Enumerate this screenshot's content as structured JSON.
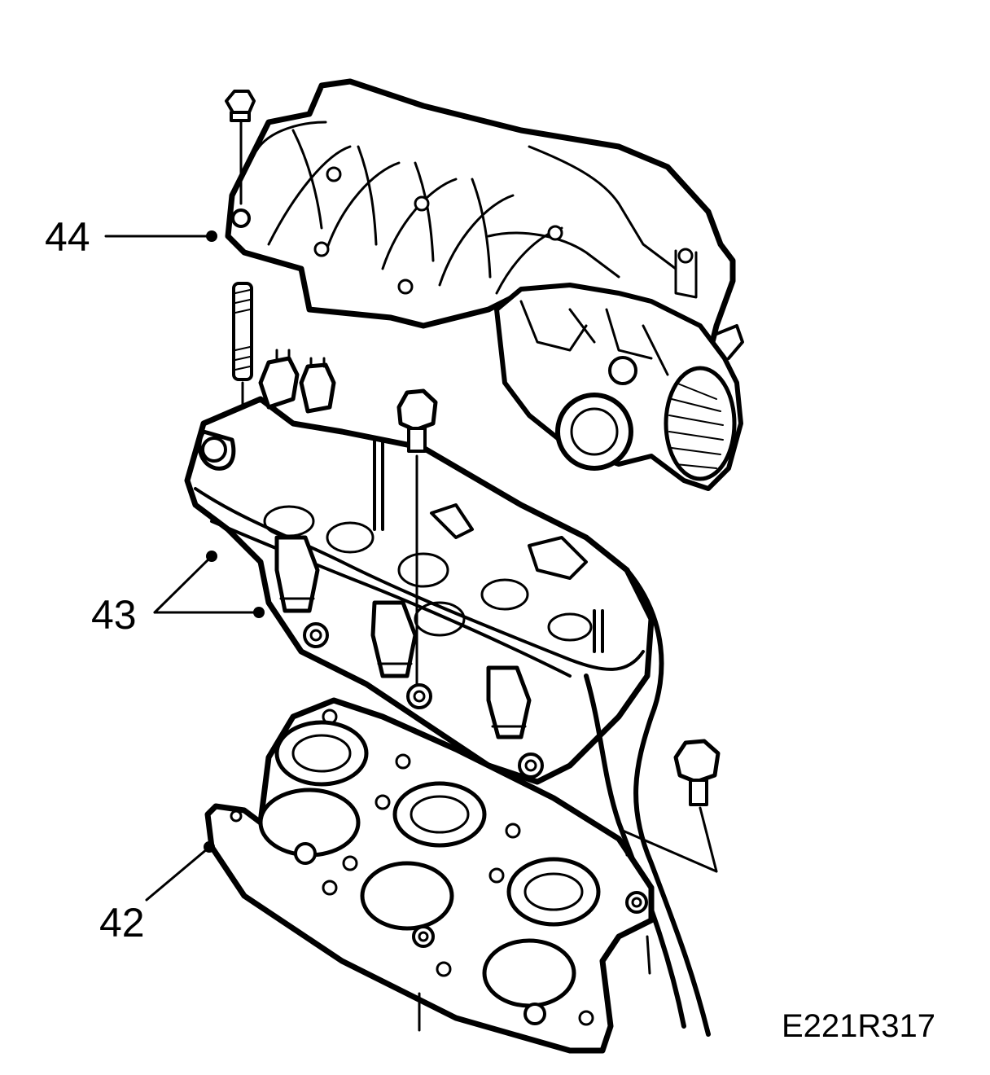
{
  "callouts": [
    {
      "id": "44",
      "label": "44"
    },
    {
      "id": "43",
      "label": "43"
    },
    {
      "id": "42",
      "label": "42"
    }
  ],
  "reference_code": "E221R317",
  "colors": {
    "line": "#000000",
    "background": "#ffffff"
  }
}
